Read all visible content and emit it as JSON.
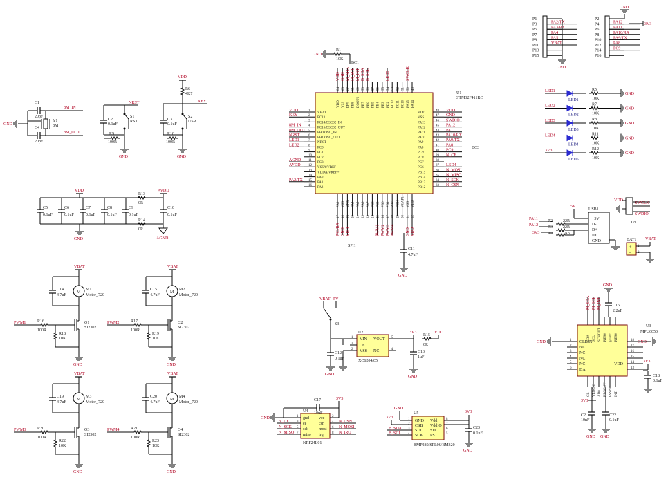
{
  "labels": {
    "gnd": "GND",
    "vdd": "VDD",
    "vbat": "VBAT",
    "v33": "3V3",
    "v5": "5V",
    "agnd": "AGND",
    "avdd": "AVDD",
    "nrst": "NRST",
    "key": "KEY"
  },
  "crystal": {
    "c1": "C1",
    "c1v": "20pF",
    "c4": "C4",
    "c4v": "20pF",
    "y1": "Y1",
    "y1v": "8M",
    "n_in": "8M_IN",
    "n_out": "8M_OUT"
  },
  "reset": {
    "c2": "C2",
    "c2v": "0.1uF",
    "s1": "S1",
    "s1v": "RST",
    "r9": "R9",
    "r9v": "100R"
  },
  "userkey": {
    "r6": "R6",
    "r6v": "4K7",
    "c3": "C3",
    "c3v": "0.1uF",
    "s2": "S2",
    "s2v": "USR",
    "r10": "R10",
    "r10v": "100R"
  },
  "decoupling": {
    "caps": [
      "C5",
      "C6",
      "C7",
      "C8",
      "C9"
    ],
    "capv": "0.1uF",
    "r13": "R13",
    "r13v": "0R",
    "r14": "R14",
    "r14v": "0R",
    "c10": "C10",
    "c10v": "0.1uF"
  },
  "mcu": {
    "ref": "U1",
    "part": "STM32F411RC",
    "r1": "R1",
    "r1v": "10K",
    "bc1": "BC1",
    "bc3": "BC3",
    "spi1": "SPI1",
    "c11": "C11",
    "c11v": "4.7uF",
    "left_nets": [
      "VDD",
      "KEY",
      "",
      "8M_IN",
      "8M_OUT",
      "NRST",
      "LED1",
      "LED2",
      "",
      "",
      "AGND",
      "AVDD",
      "",
      "",
      "PA2/TX"
    ],
    "left_pins": [
      {
        "n": "1",
        "f": "VBAT"
      },
      {
        "n": "2",
        "f": "PC13"
      },
      {
        "n": "3",
        "f": "PC14/OSC32_IN"
      },
      {
        "n": "4",
        "f": "PC15/OSC32_OUT"
      },
      {
        "n": "5",
        "f": "PH0/OSC_IN"
      },
      {
        "n": "6",
        "f": "PH1/OSC_OUT"
      },
      {
        "n": "7",
        "f": "NRST"
      },
      {
        "n": "8",
        "f": "PC0"
      },
      {
        "n": "9",
        "f": "PC1"
      },
      {
        "n": "10",
        "f": "PC2"
      },
      {
        "n": "11",
        "f": "PC3"
      },
      {
        "n": "12",
        "f": "VSSA/VREF-"
      },
      {
        "n": "13",
        "f": "VDDA/VREF+"
      },
      {
        "n": "14",
        "f": "PA0"
      },
      {
        "n": "15",
        "f": "PA1"
      },
      {
        "n": "16",
        "f": "PA2"
      }
    ],
    "right_pins": [
      {
        "n": "48",
        "f": "VDD",
        "net": "VDD"
      },
      {
        "n": "47",
        "f": "VSS",
        "net": "GND"
      },
      {
        "n": "46",
        "f": "PA13",
        "net": "SWDIO"
      },
      {
        "n": "45",
        "f": "PA12",
        "net": "PA12"
      },
      {
        "n": "44",
        "f": "PA11",
        "net": "PA11"
      },
      {
        "n": "43",
        "f": "PA10",
        "net": "PA10/RX"
      },
      {
        "n": "42",
        "f": "PA9",
        "net": "PA9/TX"
      },
      {
        "n": "41",
        "f": "PA8",
        "net": "PA8"
      },
      {
        "n": "40",
        "f": "PC9",
        "net": "PC9"
      },
      {
        "n": "39",
        "f": "PC8",
        "net": "N_CE"
      },
      {
        "n": "38",
        "f": "PC7",
        "net": ""
      },
      {
        "n": "37",
        "f": "PC6",
        "net": "LED4"
      },
      {
        "n": "36",
        "f": "PB15",
        "net": "N_MOSI"
      },
      {
        "n": "35",
        "f": "PB14",
        "net": "N_MISO"
      },
      {
        "n": "34",
        "f": "PB13",
        "net": "N_SCK"
      },
      {
        "n": "33",
        "f": "PB12",
        "net": "N_CSN"
      }
    ],
    "top_pins": [
      {
        "n": "64",
        "f": "VDD",
        "net": "VDD"
      },
      {
        "n": "63",
        "f": "VSS",
        "net": "GND"
      },
      {
        "n": "62",
        "f": "PB9",
        "net": "M_SDA"
      },
      {
        "n": "61",
        "f": "PB8",
        "net": "M_SCL"
      },
      {
        "n": "60",
        "f": "BOOT0",
        "net": "M_INT"
      },
      {
        "n": "59",
        "f": "PB7",
        "net": "B_SDA"
      },
      {
        "n": "58",
        "f": "PB6",
        "net": "B_SCL"
      },
      {
        "n": "57",
        "f": "PB5",
        "net": ""
      },
      {
        "n": "56",
        "f": "PB4",
        "net": ""
      },
      {
        "n": "55",
        "f": "PB3",
        "net": ""
      },
      {
        "n": "54",
        "f": "PD2",
        "net": "LED5"
      },
      {
        "n": "53",
        "f": "PC12",
        "net": ""
      },
      {
        "n": "52",
        "f": "PC11",
        "net": ""
      },
      {
        "n": "51",
        "f": "PC10",
        "net": ""
      },
      {
        "n": "50",
        "f": "PA15",
        "net": "SWCLK"
      },
      {
        "n": "49",
        "f": "PA14",
        "net": ""
      }
    ],
    "bottom_pins": [
      {
        "n": "17",
        "f": "PA3",
        "net": "PA3/RX"
      },
      {
        "n": "18",
        "f": "VSS",
        "net": "GND"
      },
      {
        "n": "19",
        "f": "VDD",
        "net": "VDD"
      },
      {
        "n": "20",
        "f": "PA4",
        "net": ""
      },
      {
        "n": "21",
        "f": "PA5",
        "net": ""
      },
      {
        "n": "22",
        "f": "PA6",
        "net": ""
      },
      {
        "n": "23",
        "f": "PA7",
        "net": ""
      },
      {
        "n": "24",
        "f": "PC4",
        "net": ""
      },
      {
        "n": "25",
        "f": "PC5",
        "net": "PWM1"
      },
      {
        "n": "26",
        "f": "PB0",
        "net": "PWM2"
      },
      {
        "n": "27",
        "f": "PB1",
        "net": "PWM3"
      },
      {
        "n": "28",
        "f": "PB2",
        "net": "PWM4"
      },
      {
        "n": "29",
        "f": "PB10",
        "net": ""
      },
      {
        "n": "30",
        "f": "VCAP1",
        "net": ""
      },
      {
        "n": "31",
        "f": "VSS",
        "net": "GND"
      },
      {
        "n": "32",
        "f": "VDD",
        "net": "VDD"
      }
    ]
  },
  "headers": {
    "p1_pins": [
      "P1",
      "P3",
      "P5",
      "P7",
      "P9",
      "P11",
      "P13",
      "P15"
    ],
    "p1_nets": [
      "",
      "PA2/TX",
      "PA3/RX",
      "PA4",
      "PA5",
      "VBAT",
      "",
      ""
    ],
    "p2_pins": [
      "P2",
      "P4",
      "P6",
      "P8",
      "P10",
      "P12",
      "P14",
      "P16"
    ],
    "p2_nets": [
      "",
      "PA12",
      "PA11",
      "PA10/RX",
      "PA9/TX",
      "PA8",
      "PC9",
      ""
    ]
  },
  "leds": [
    {
      "net": "LED1",
      "ref": "LED1",
      "r": "R5",
      "rv": "10K"
    },
    {
      "net": "LED2",
      "ref": "LED2",
      "r": "R7",
      "rv": "10K"
    },
    {
      "net": "LED3",
      "ref": "LED3",
      "r": "R8",
      "rv": "10K"
    },
    {
      "net": "LED4",
      "ref": "LED4",
      "r": "R11",
      "rv": "10K"
    },
    {
      "net": "3V3",
      "ref": "LED5",
      "r": "R12",
      "rv": "10K"
    }
  ],
  "usb": {
    "ref": "USB1",
    "pins": [
      "+5V",
      "D-",
      "D+",
      "ID",
      "GND"
    ],
    "r2": "R2",
    "r2v": "22R",
    "r3": "R3",
    "r3v": "22R",
    "r4": "R4",
    "r4v": "1K5",
    "pa11": "PA11",
    "pa12": "PA12"
  },
  "swd": {
    "ref": "JP1",
    "n1": "SWCLK",
    "n2": "SWDIO"
  },
  "battery": {
    "ref": "BAT1",
    "p1": "+",
    "p2": "-",
    "n1": "1",
    "n2": "2"
  },
  "motors": [
    {
      "c": "C14",
      "cv": "4.7uF",
      "m": "M1",
      "mv": "Motor_720",
      "q": "Q1",
      "qv": "SI2302",
      "pwm": "PWM1",
      "r1": "R16",
      "r1v": "100R",
      "r2": "R18",
      "r2v": "10K"
    },
    {
      "c": "C15",
      "cv": "4.7uF",
      "m": "M2",
      "mv": "Motor_720",
      "q": "Q2",
      "qv": "SI2302",
      "pwm": "PWM2",
      "r1": "R17",
      "r1v": "100R",
      "r2": "R19",
      "r2v": "10K"
    },
    {
      "c": "C19",
      "cv": "4.7uF",
      "m": "M3",
      "mv": "Motor_720",
      "q": "Q3",
      "qv": "SI2302",
      "pwm": "PWM3",
      "r1": "R20",
      "r1v": "100R",
      "r2": "R22",
      "r2v": "10K"
    },
    {
      "c": "C20",
      "cv": "4.7uF",
      "m": "M4",
      "mv": "Motor_720",
      "q": "Q4",
      "qv": "SI2302",
      "pwm": "PWM4",
      "r1": "R21",
      "r1v": "100R",
      "r2": "R23",
      "r2v": "10K"
    }
  ],
  "mlabel": "M",
  "regulator": {
    "s3": "S3",
    "ref": "U2",
    "part": "XC6204/05",
    "pins": [
      "VIN",
      "CE",
      "VSS",
      "VOUT",
      "NC"
    ],
    "pnum": [
      "1",
      "3",
      "2",
      "5",
      "4"
    ],
    "c12": "C12",
    "c12v": "0.1uF",
    "c13": "C13",
    "c13v": "1uF",
    "r15": "R15",
    "r15v": "0R"
  },
  "nrf": {
    "ref": "U4",
    "part": "NRF24L01",
    "left_pins": [
      "gnd",
      "ce",
      "sck",
      "miso"
    ],
    "right_pins": [
      "vcc",
      "csn",
      "mosi",
      "irq"
    ],
    "left_nets": [
      "",
      "N_CE",
      "N_SCK",
      "N_MISO"
    ],
    "right_nets": [
      "",
      "N_CSN",
      "N_MOSI",
      "N_IRQ"
    ],
    "lnum": [
      "1",
      "3",
      "5",
      "7"
    ],
    "rnum": [
      "2",
      "4",
      "6",
      "8"
    ],
    "c17": "C17",
    "c17v": "10uF"
  },
  "bmp": {
    "ref": "U5",
    "part": "BMP280/SPL06/BM320",
    "left_pins": [
      "GND",
      "CSB",
      "SDI",
      "SCK"
    ],
    "right_pins": [
      "Vdd",
      "VddIO",
      "SDO",
      "PS"
    ],
    "left_nets": [
      "",
      "",
      "B_SDA",
      "B_SCL"
    ],
    "lnum": [
      "1",
      "2",
      "3",
      "4"
    ],
    "rnum": [
      "8",
      "7",
      "6",
      "5"
    ],
    "c23": "C23",
    "c23v": "0.1uF"
  },
  "mpu": {
    "ref": "U3",
    "part": "MPU6050",
    "top_nets": [
      "M_SDA",
      "M_SCL",
      "M_INT"
    ],
    "top_pins": [
      "SDA",
      "SCL",
      "SCKOUT",
      "RESV",
      "ysunc",
      "RESV"
    ],
    "left_pins": [
      "CLKIN",
      "NC",
      "NC",
      "NC",
      "NC",
      "DA"
    ],
    "right_pins": [
      "CPOUT",
      "RESV",
      "NC",
      "NC",
      "VDD",
      "NC"
    ],
    "bottom_pins": [
      "CL",
      "VLOGIC",
      "AD0",
      "REGOUT",
      "FSYNC",
      "INT"
    ],
    "lnum": [
      "1",
      "2",
      "3",
      "4",
      "5",
      "6"
    ],
    "rnum": [
      "18",
      "17",
      "16",
      "15",
      "14",
      "13"
    ],
    "c16": "C16",
    "c16v": "2.2nF",
    "c18": "C18",
    "c18v": "0.1uF",
    "c2": "C2",
    "c2v": "10nF",
    "c22": "C22",
    "c22v": "0.1uF"
  }
}
